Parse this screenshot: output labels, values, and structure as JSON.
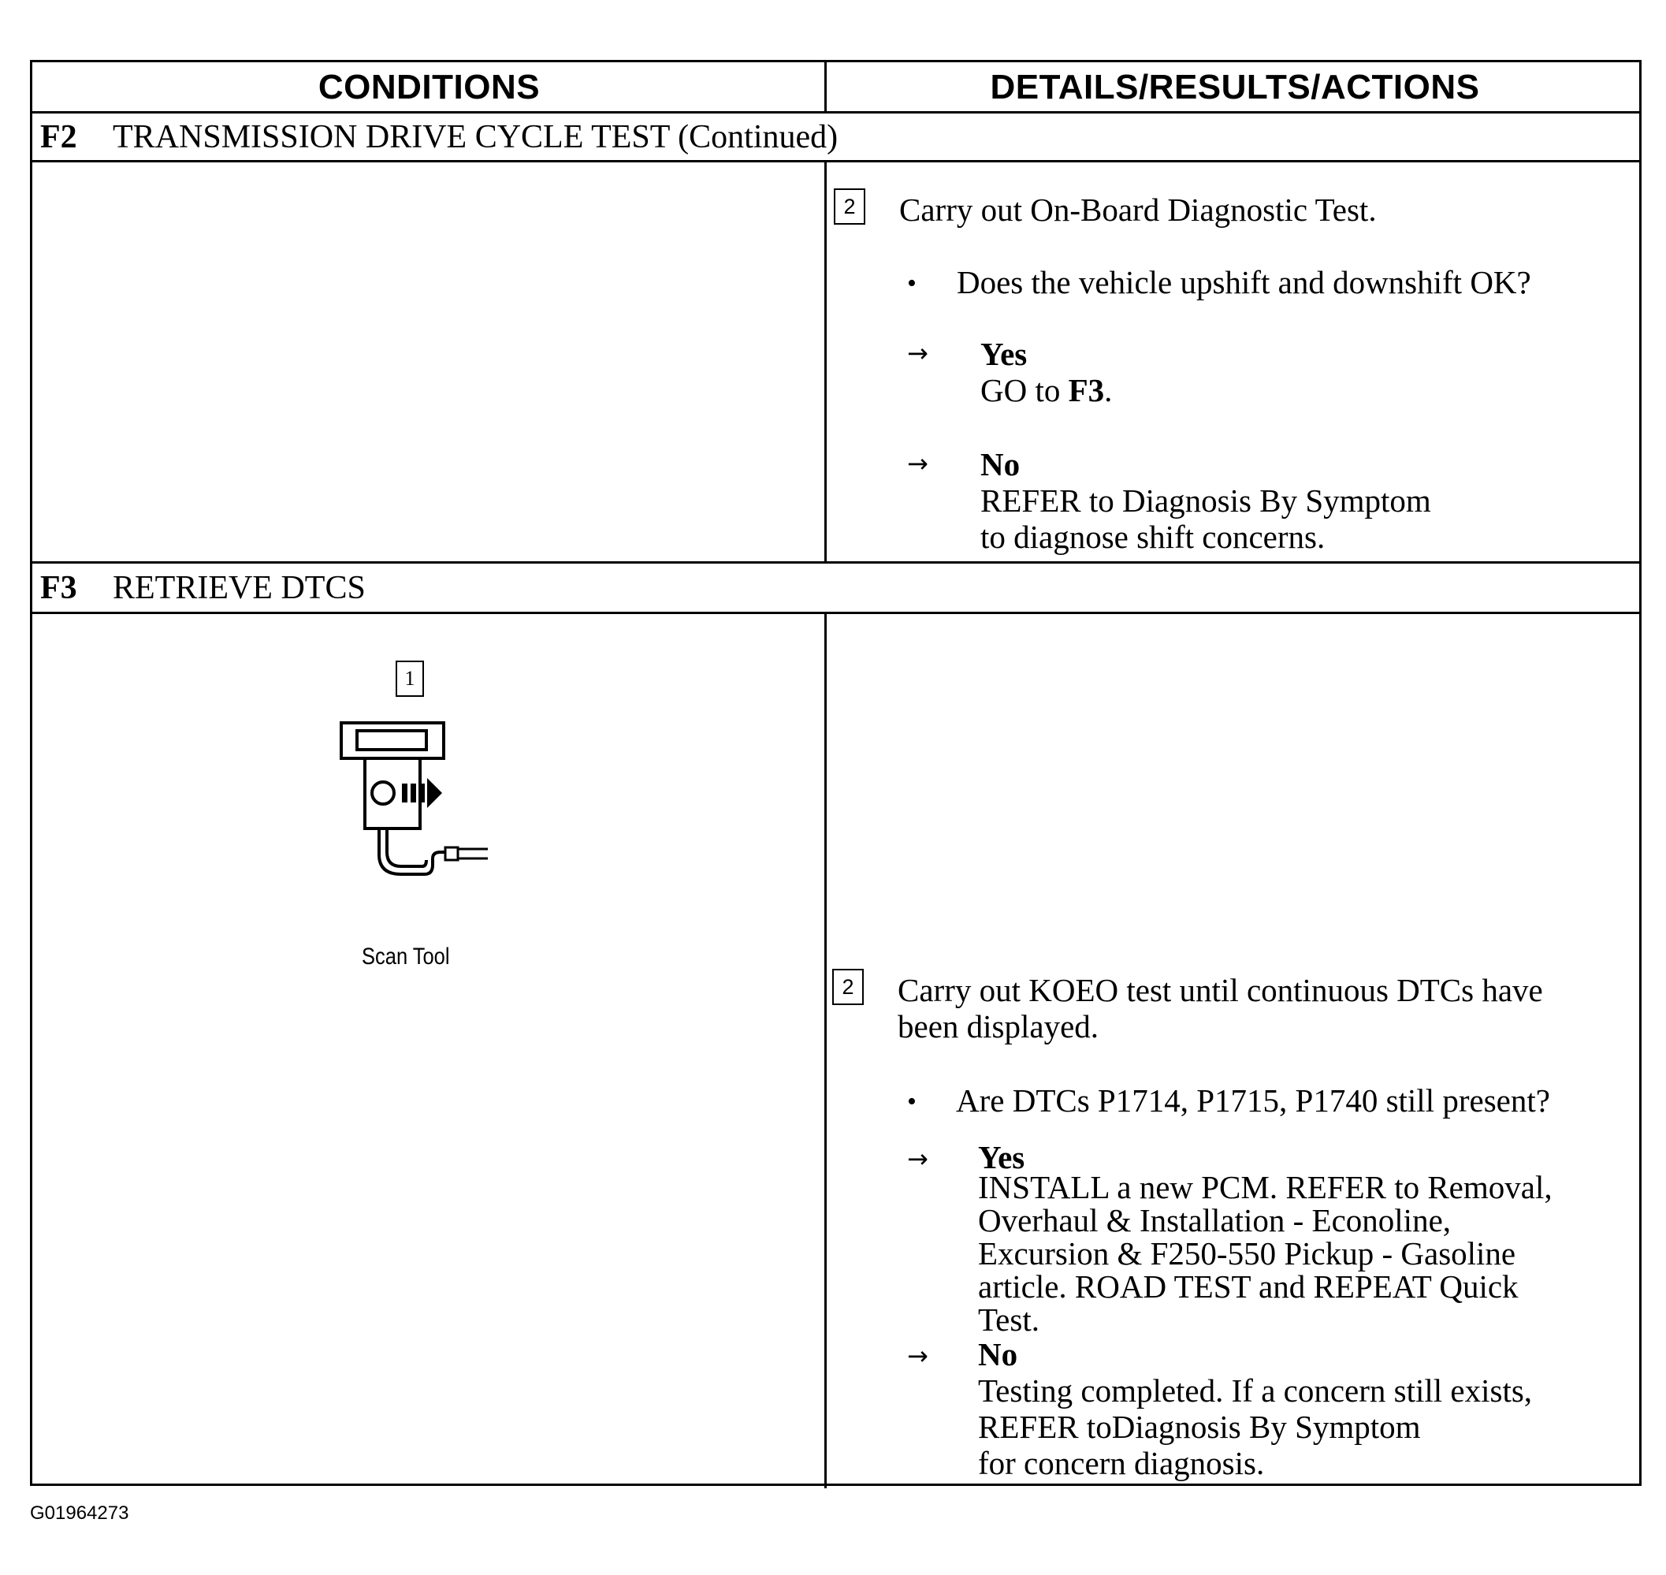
{
  "headers": {
    "conditions": "CONDITIONS",
    "details": "DETAILS/RESULTS/ACTIONS"
  },
  "f2": {
    "id": "F2",
    "title": "TRANSMISSION DRIVE CYCLE TEST (Continued)",
    "step_num": "2",
    "step_text": "Carry out On-Board Diagnostic Test.",
    "question": "Does the vehicle upshift and downshift OK?",
    "yes_label": "Yes",
    "yes_go": "GO to ",
    "yes_target": "F3",
    "yes_end": ".",
    "no_label": "No",
    "no_line1": "REFER to Diagnosis By Symptom",
    "no_line2": "to diagnose shift concerns."
  },
  "f3": {
    "id": "F3",
    "title": "RETRIEVE DTCS",
    "fig_step": "1",
    "fig_caption": "Scan Tool",
    "step_num": "2",
    "step_line1": "Carry out KOEO test until continuous DTCs have",
    "step_line2": "been displayed.",
    "question": "Are DTCs P1714, P1715, P1740 still present?",
    "yes_label": "Yes",
    "yes_lines": [
      "INSTALL a new PCM.  REFER to Removal,",
      "Overhaul & Installation - Econoline,",
      "Excursion & F250-550 Pickup - Gasoline",
      "article.  ROAD TEST and REPEAT Quick",
      "Test."
    ],
    "no_label": "No",
    "no_lines": [
      "Testing completed. If a concern still exists,",
      "REFER toDiagnosis By Symptom",
      "for concern diagnosis."
    ]
  },
  "arrow_glyph": "→",
  "bullet_glyph": "•",
  "figure_id": "G01964273"
}
